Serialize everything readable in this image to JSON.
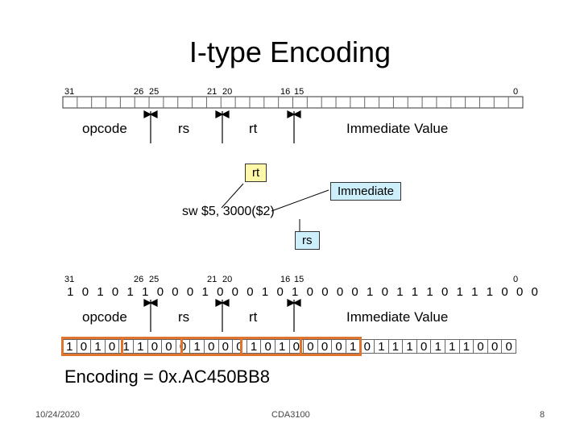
{
  "title": "I-type Encoding",
  "top_numbers": [
    "31",
    "26",
    "25",
    "21",
    "20",
    "16",
    "15",
    "0"
  ],
  "fields": [
    "opcode",
    "rs",
    "rt",
    "Immediate Value"
  ],
  "callouts": {
    "rt": "rt",
    "immediate": "Immediate",
    "rs": "rs"
  },
  "instruction": "sw  $5,  3000($2)",
  "mid_numbers": [
    "31",
    "26",
    "25",
    "21",
    "20",
    "16",
    "15",
    "0"
  ],
  "bits": [
    "1",
    "0",
    "1",
    "0",
    "1",
    "1",
    "0",
    "0",
    "0",
    "1",
    "0",
    "0",
    "0",
    "1",
    "0",
    "1",
    "0",
    "0",
    "0",
    "0",
    "1",
    "0",
    "1",
    "1",
    "1",
    "0",
    "1",
    "1",
    "1",
    "0",
    "0",
    "0"
  ],
  "fields2": [
    "opcode",
    "rs",
    "rt",
    "Immediate Value"
  ],
  "bits2": [
    "1",
    "0",
    "1",
    "0",
    "1",
    "1",
    "0",
    "0",
    "0",
    "1",
    "0",
    "0",
    "0",
    "1",
    "0",
    "1",
    "0",
    "0",
    "0",
    "0",
    "1",
    "0",
    "1",
    "1",
    "1",
    "0",
    "1",
    "1",
    "1",
    "0",
    "0",
    "0"
  ],
  "encoding": "Encoding = 0x.AC450BB8",
  "footer": {
    "date": "10/24/2020",
    "course": "CDA3100",
    "page": "8"
  },
  "colors": {
    "group_border": "#e0742c",
    "callout_yellow": "#fff8a8",
    "callout_blue": "#cdeefb"
  }
}
